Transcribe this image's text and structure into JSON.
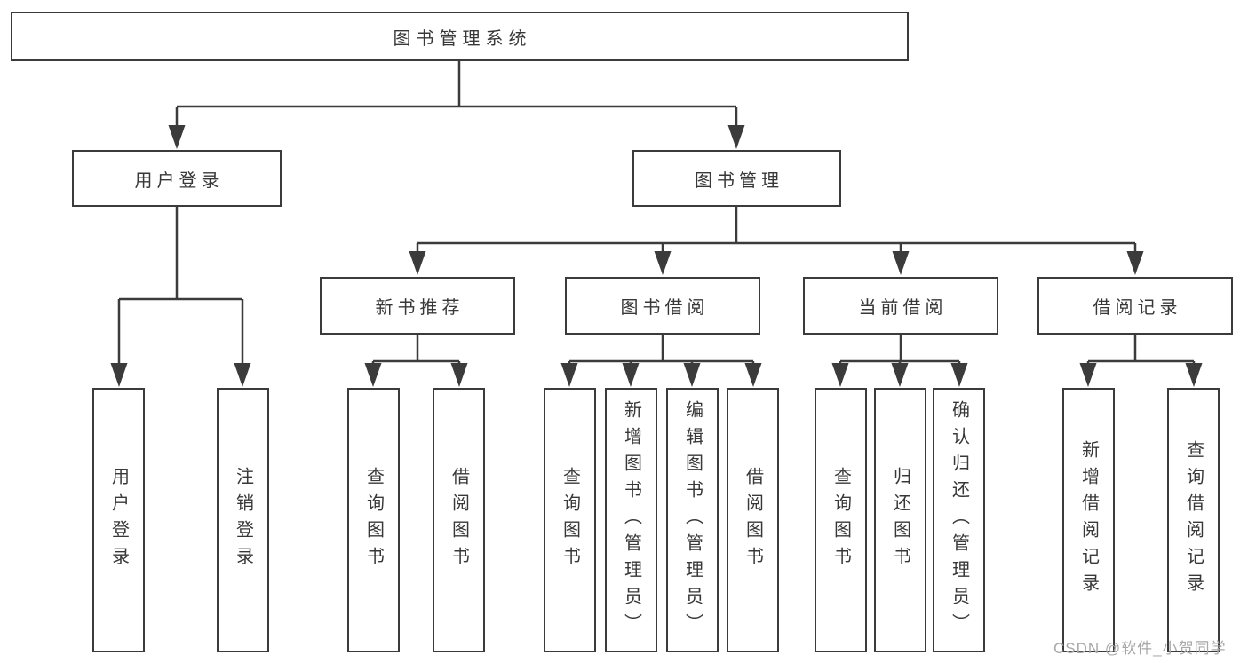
{
  "tree": {
    "label": "图书管理系统",
    "children": [
      {
        "label": "用户登录",
        "children": [
          {
            "label": "用户登录"
          },
          {
            "label": "注销登录"
          }
        ]
      },
      {
        "label": "图书管理",
        "children": [
          {
            "label": "新书推荐",
            "children": [
              {
                "label": "查询图书"
              },
              {
                "label": "借阅图书"
              }
            ]
          },
          {
            "label": "图书借阅",
            "children": [
              {
                "label": "查询图书"
              },
              {
                "label": "新增图书（管理员）"
              },
              {
                "label": "编辑图书（管理员）"
              },
              {
                "label": "借阅图书"
              }
            ]
          },
          {
            "label": "当前借阅",
            "children": [
              {
                "label": "查询图书"
              },
              {
                "label": "归还图书"
              },
              {
                "label": "确认归还（管理员）"
              }
            ]
          },
          {
            "label": "借阅记录",
            "children": [
              {
                "label": "新增借阅记录"
              },
              {
                "label": "查询借阅记录"
              }
            ]
          }
        ]
      }
    ]
  },
  "watermark": {
    "text": "CSDN @软件_小贺同学"
  },
  "colors": {
    "line": "#3b3b3b",
    "box_border": "#3b3b3b",
    "text": "#383838",
    "watermark": "#a8a8a8",
    "background": "#ffffff"
  }
}
